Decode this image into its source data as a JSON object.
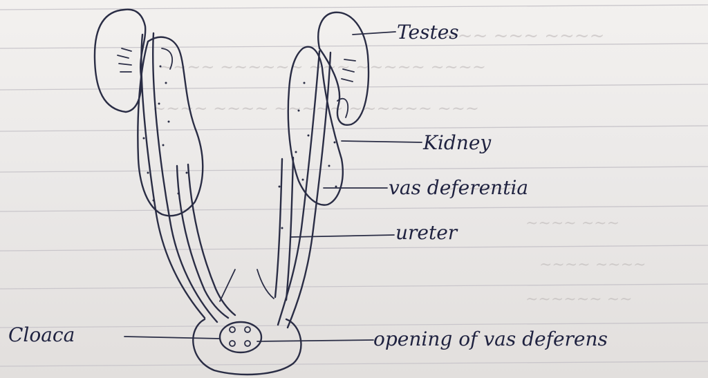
{
  "labels": {
    "testes": "Testes",
    "kidney": "Kidney",
    "vas_deferentia": "vas deferentia",
    "ureter": "ureter",
    "cloaca": "Cloaca",
    "opening": "opening of vas deferens"
  },
  "colors": {
    "ink": "#2a2d45",
    "paper": "#ebe8e6",
    "ruling": "#c9c6cb"
  }
}
